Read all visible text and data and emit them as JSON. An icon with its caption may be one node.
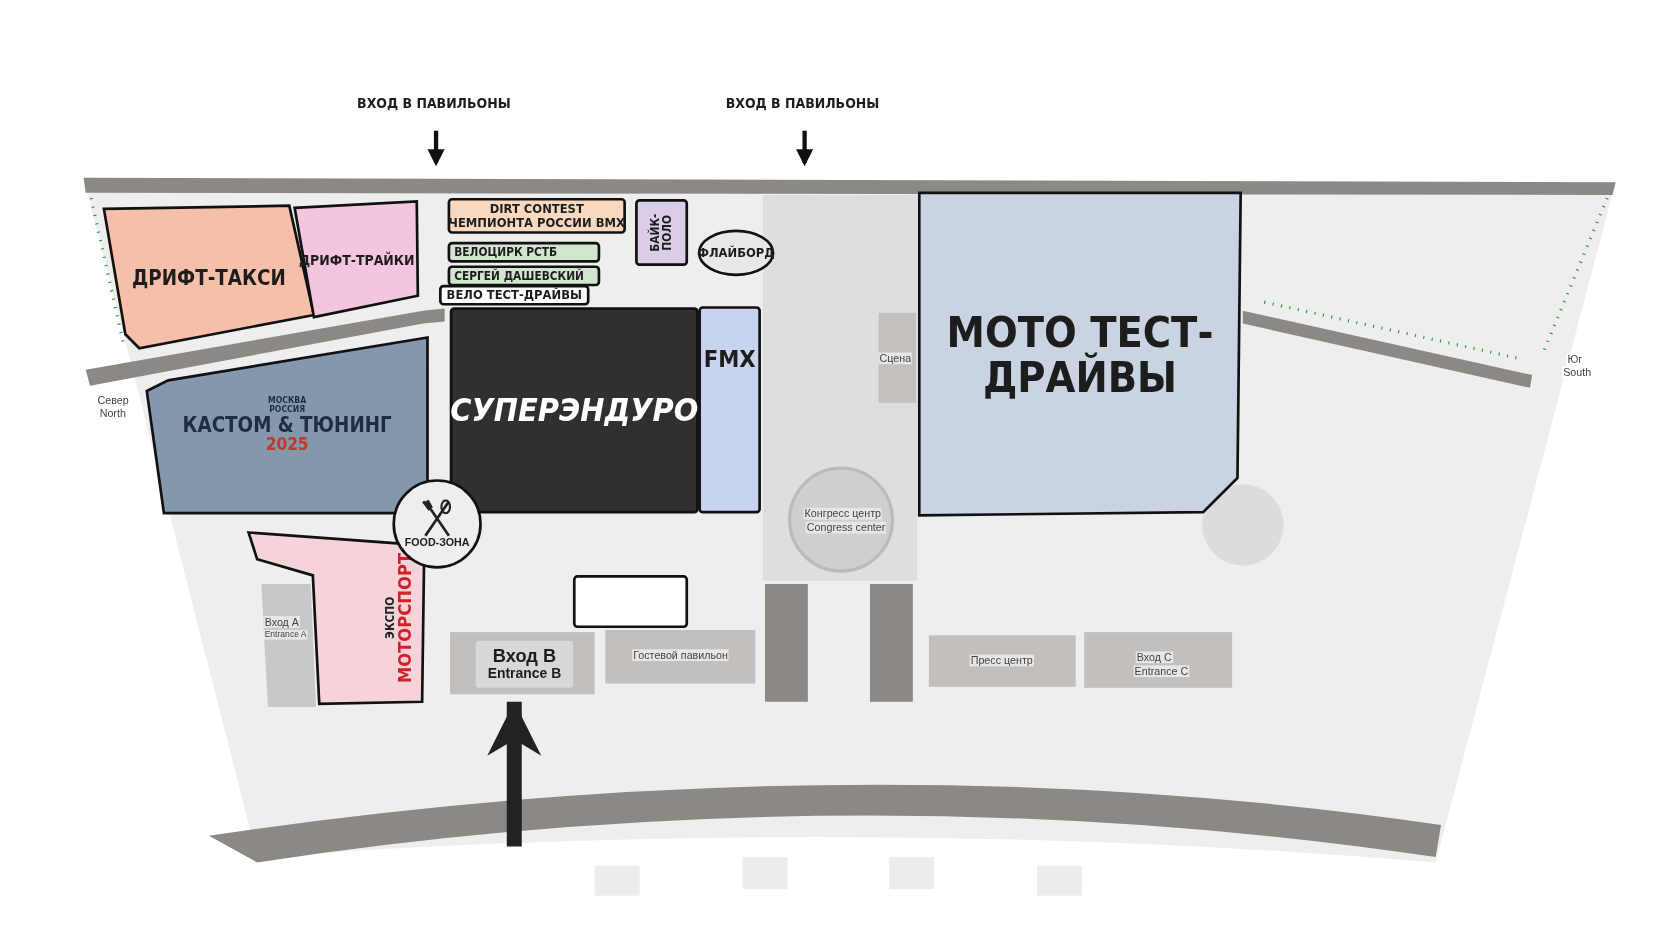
{
  "diagram": {
    "nodes": [
      {
        "text": [
          "ВХОД В ПАВИЛЬОНЫ"
        ]
      },
      {
        "text": [
          "ВХОД В ПАВИЛЬОНЫ"
        ]
      },
      {
        "text": [
          "ДРИФТ-ТАКСИ"
        ]
      },
      {
        "text": [
          "ДРИФТ-ТРАЙКИ"
        ]
      },
      {
        "text": [
          "DIRT CONTEST ЧЕМПИОНТА РОССИИ BMX"
        ]
      },
      {
        "text": [
          "БАЙК-ПОЛО"
        ]
      },
      {
        "text": [
          "ВЕЛОЦИРК РСТБ"
        ]
      },
      {
        "text": [
          "СЕРГЕЙ ДАШЕВСКИЙ"
        ]
      },
      {
        "text": [
          "ФЛАЙБОРД"
        ]
      },
      {
        "text": [
          "ВЕЛО ТЕСТ-ДРАЙВЫ"
        ]
      },
      {
        "text": [
          "МОТО ТЕСТ-ДРАЙВЫ"
        ]
      },
      {
        "text": [
          "МОСКВА",
          "РОССИЯ",
          "КАСТОМ & ТЮНИНГ",
          "2025"
        ]
      },
      {
        "text": [
          "СУПЕРЭНДУРО"
        ]
      },
      {
        "text": [
          "FMX"
        ]
      },
      {
        "text": [
          "FOOD-ЗОНА"
        ]
      },
      {
        "text": [
          "МОТОРСПОРТ",
          "ЭКСПО"
        ]
      },
      {
        "text": [
          "Вход В",
          "Entrance B"
        ]
      },
      {
        "text": [],
        "shape": "box"
      }
    ],
    "edges": [
      {
        "from": 0,
        "to": null,
        "arrow": "to"
      },
      {
        "from": 1,
        "to": null,
        "arrow": "to"
      },
      {
        "from": null,
        "to": 16,
        "arrow": "to",
        "style": "thick"
      }
    ],
    "labels": [
      "Север",
      "North",
      "Сцена",
      "Юг",
      "South",
      "Конгресс центр",
      "Congress center",
      "Вход А",
      "Entrance A",
      "Гостевой павильон",
      "Пресс центр",
      "Вход С",
      "Entrance C"
    ]
  }
}
